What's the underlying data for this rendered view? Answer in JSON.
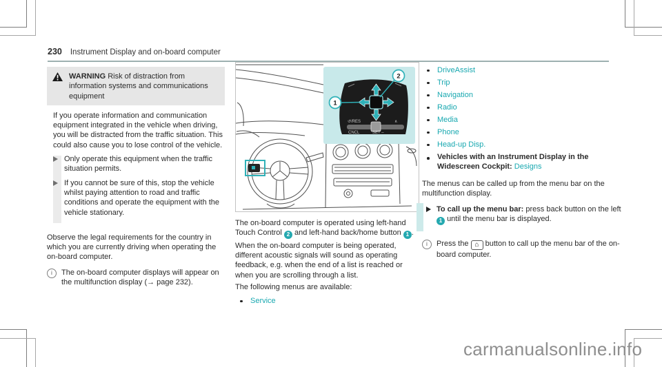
{
  "page": {
    "number": "230",
    "header_title": "Instrument Display and on-board computer",
    "watermark": "carmanualsonline.info"
  },
  "colors": {
    "accent_teal": "#18a8b0",
    "inset_background": "#c8e9ea",
    "warning_header_background": "#e6e6e6"
  },
  "badges": {
    "one": "1",
    "two": "2"
  },
  "icons": {
    "home": "⌂",
    "info": "i",
    "arrow_ref": "→"
  },
  "warning": {
    "label": "WARNING",
    "title": "Risk of distraction from information systems and communications equipment",
    "body": "If you operate information and communication equipment integrated in the vehicle when driving, you will be distracted from the traffic situation. This could also cause you to lose control of the vehicle.",
    "bullets": [
      "Only operate this equipment when the traffic situation permits.",
      "If you cannot be sure of this, stop the vehicle whilst paying attention to road and traffic conditions and operate the equipment with the vehicle stationary."
    ]
  },
  "left": {
    "observe": "Observe the legal requirements for the country in which you are currently driving when operating the on-board computer.",
    "info_note": "The on-board computer displays will appear on the multifunction display (→ page 232)."
  },
  "illustration": {
    "labels": {
      "res": "↺/RES",
      "cncl": "CNCL",
      "set": "SET –",
      "lim": "∧"
    }
  },
  "middle": {
    "p1_a": "The on-board computer is operated using left-hand Touch Control",
    "p1_b": "and left-hand back/home button",
    "p1_c": ".",
    "p2": "When the on-board computer is being operated, different acoustic signals will sound as operating feedback, e.g. when the end of a list is reached or when you are scrolling through a list.",
    "p3": "The following menus are available:",
    "menu_service": "Service"
  },
  "right": {
    "menus": [
      "DriveAssist",
      "Trip",
      "Navigation",
      "Radio",
      "Media",
      "Phone",
      "Head-up Disp."
    ],
    "vehicles_bold": "Vehicles with an Instrument Display in the Widescreen Cockpit:",
    "vehicles_link": "Designs",
    "p1": "The menus can be called up from the menu bar on the multifunction display.",
    "instr_bold": "To call up the menu bar:",
    "instr_a": "press back button on the left",
    "instr_b": "until the menu bar is displayed.",
    "info_a": "Press the",
    "info_b": "button to call up the menu bar of the on-board computer."
  }
}
